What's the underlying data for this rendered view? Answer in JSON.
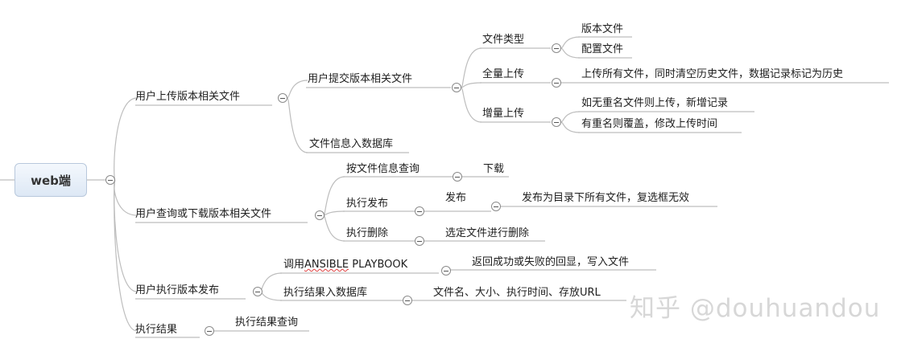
{
  "root": {
    "label": "web端"
  },
  "branches": [
    {
      "label": "用户上传版本相关文件",
      "children": [
        {
          "label": "用户提交版本相关文件",
          "children": [
            {
              "label": "文件类型",
              "children": [
                {
                  "label": "版本文件"
                },
                {
                  "label": "配置文件"
                }
              ]
            },
            {
              "label": "全量上传",
              "children": [
                {
                  "label": "上传所有文件，同时清空历史文件，数据记录标记为历史"
                }
              ]
            },
            {
              "label": "增量上传",
              "children": [
                {
                  "label": "如无重名文件则上传，新增记录"
                },
                {
                  "label": "有重名则覆盖，修改上传时间"
                }
              ]
            }
          ]
        },
        {
          "label": "文件信息入数据库"
        }
      ]
    },
    {
      "label": "用户查询或下载版本相关文件",
      "children": [
        {
          "label": "按文件信息查询",
          "children": [
            {
              "label": "下载"
            }
          ]
        },
        {
          "label": "执行发布",
          "children": [
            {
              "label": "发布",
              "children": [
                {
                  "label": "发布为目录下所有文件，复选框无效"
                }
              ]
            }
          ]
        },
        {
          "label": "执行删除",
          "children": [
            {
              "label": "选定文件进行删除"
            }
          ]
        }
      ]
    },
    {
      "label": "用户执行版本发布",
      "children": [
        {
          "label_prefix": "调用",
          "label_flagged": "ANSIBLE",
          "label_suffix": " PLAYBOOK",
          "children": [
            {
              "label": "返回成功或失败的回显，写入文件"
            }
          ]
        },
        {
          "label": "执行结果入数据库",
          "children": [
            {
              "label": "文件名、大小、执行时间、存放URL"
            }
          ]
        }
      ]
    },
    {
      "label": "执行结果",
      "children": [
        {
          "label": "执行结果查询"
        }
      ]
    }
  ],
  "watermark": "知乎 @douhuandou",
  "colors": {
    "line": "#bdbdbd",
    "root_border": "#b8c8dc",
    "watermark": "#d7d7d7"
  }
}
